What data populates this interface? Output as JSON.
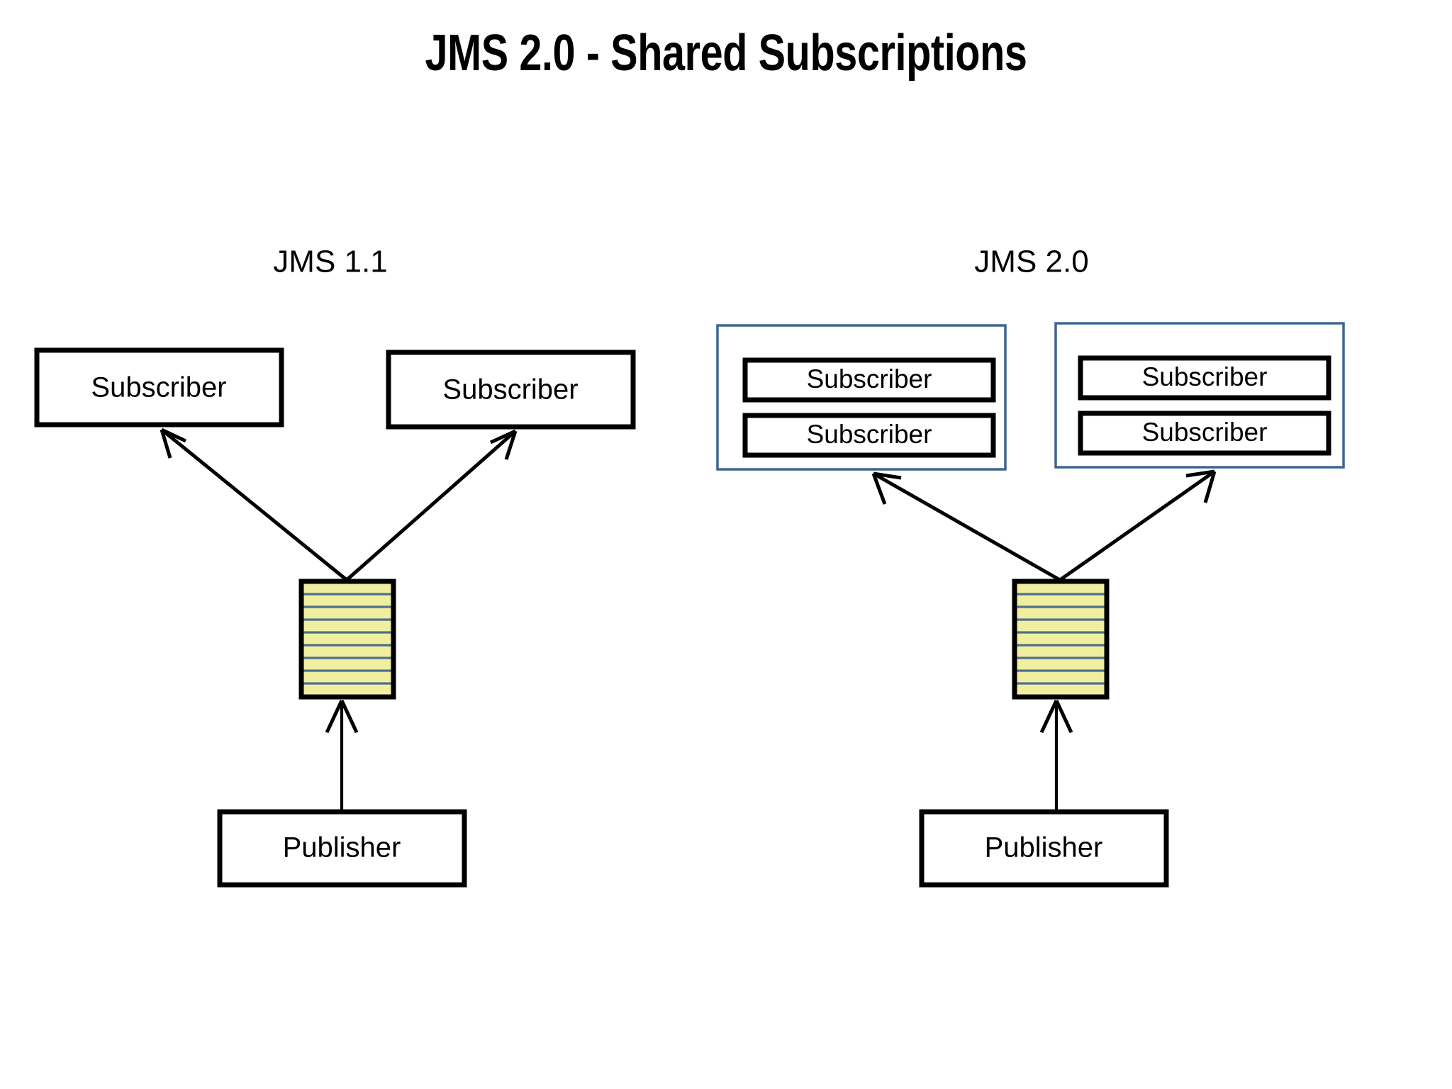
{
  "slide": {
    "title": "JMS 2.0 - Shared Subscriptions",
    "background_color": "#ffffff"
  },
  "colors": {
    "topic_fill": "#efef9f",
    "topic_stripe": "#4f6f8d",
    "group_border": "#3f6690",
    "box_border": "#000000",
    "text": "#000000"
  },
  "panels": [
    {
      "id": "jms11",
      "label": "JMS 1.1",
      "subscribers": [
        {
          "label": "Subscriber"
        },
        {
          "label": "Subscriber"
        }
      ],
      "topic": {
        "label": "",
        "stripe_count": 9
      },
      "publisher": {
        "label": "Publisher"
      }
    },
    {
      "id": "jms20",
      "label": "JMS 2.0",
      "groups": [
        {
          "label": "",
          "subscribers": [
            {
              "label": "Subscriber"
            },
            {
              "label": "Subscriber"
            }
          ]
        },
        {
          "label": "",
          "subscribers": [
            {
              "label": "Subscriber"
            },
            {
              "label": "Subscriber"
            }
          ]
        }
      ],
      "topic": {
        "label": "",
        "stripe_count": 9
      },
      "publisher": {
        "label": "Publisher"
      }
    }
  ]
}
